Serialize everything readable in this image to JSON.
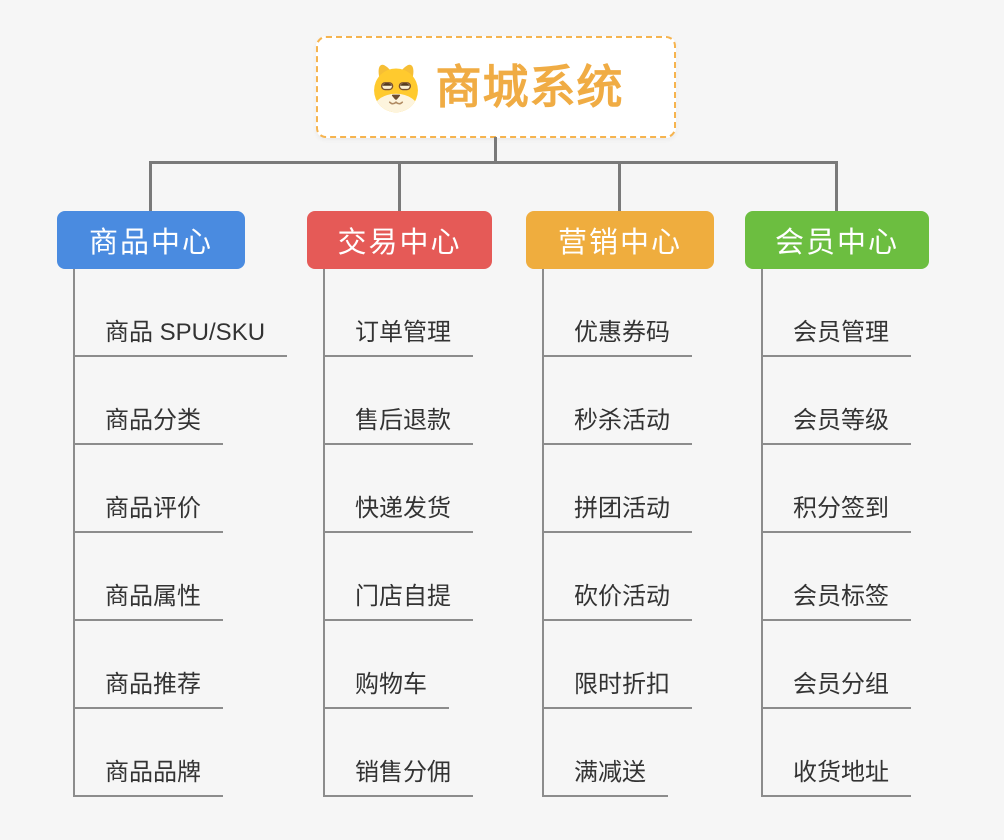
{
  "root": {
    "label": "商城系统",
    "icon": "shiba-dog-icon",
    "title_color": "#F0AC44",
    "border_color": "#F6B44F"
  },
  "canvas": {
    "background_color": "#F6F6F6",
    "connector_color": "#7A7A7A",
    "underline_color": "#8C8C8C",
    "subtopic_text_color": "#333333"
  },
  "branches": [
    {
      "label": "商品中心",
      "color": "#4A8BE0",
      "items": [
        "商品 SPU/SKU",
        "商品分类",
        "商品评价",
        "商品属性",
        "商品推荐",
        "商品品牌"
      ]
    },
    {
      "label": "交易中心",
      "color": "#E55A57",
      "items": [
        "订单管理",
        "售后退款",
        "快递发货",
        "门店自提",
        "购物车",
        "销售分佣"
      ]
    },
    {
      "label": "营销中心",
      "color": "#EFAD3E",
      "items": [
        "优惠券码",
        "秒杀活动",
        "拼团活动",
        "砍价活动",
        "限时折扣",
        "满减送"
      ]
    },
    {
      "label": "会员中心",
      "color": "#6CBE40",
      "items": [
        "会员管理",
        "会员等级",
        "积分签到",
        "会员标签",
        "会员分组",
        "收货地址"
      ]
    }
  ]
}
